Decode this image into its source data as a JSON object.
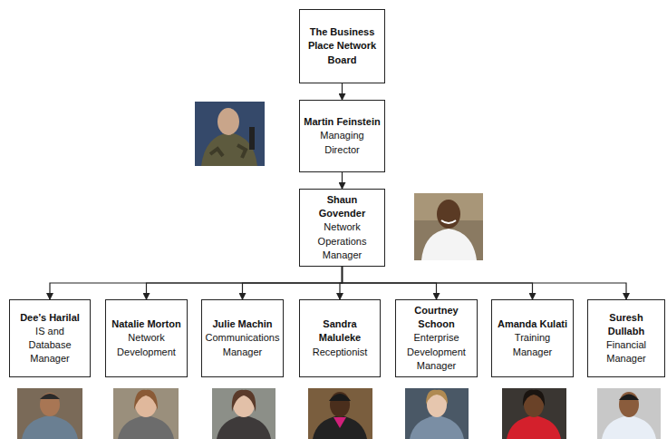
{
  "diagram": {
    "nodes": [
      {
        "text": [
          "The Business Place Network Board"
        ]
      },
      {
        "text": [
          "Martin Feinstein",
          "Managing Director"
        ]
      },
      {
        "text": [
          "Shaun Govender",
          "Network Operations Manager"
        ]
      },
      {
        "text": [
          "Dee’s Harilal",
          "IS and Database Manager"
        ]
      },
      {
        "text": [
          "Natalie Morton",
          "Network Development"
        ]
      },
      {
        "text": [
          "Julie Machin",
          "Communications Manager"
        ]
      },
      {
        "text": [
          "Sandra Maluleke",
          "Receptionist"
        ]
      },
      {
        "text": [
          "Courtney Schoon",
          "Enterprise Development Manager"
        ]
      },
      {
        "text": [
          "Amanda Kulati",
          "Training Manager"
        ]
      },
      {
        "text": [
          "Suresh Dullabh",
          "Financial Manager"
        ]
      }
    ],
    "edges": [
      {
        "from": 0,
        "to": 1,
        "arrow": "to"
      },
      {
        "from": 1,
        "to": 2,
        "arrow": "to"
      },
      {
        "from": 2,
        "to": 3,
        "arrow": "to"
      },
      {
        "from": 2,
        "to": 4,
        "arrow": "to"
      },
      {
        "from": 2,
        "to": 5,
        "arrow": "to"
      },
      {
        "from": 2,
        "to": 6,
        "arrow": "to"
      },
      {
        "from": 2,
        "to": 7,
        "arrow": "to"
      },
      {
        "from": 2,
        "to": 8,
        "arrow": "to"
      },
      {
        "from": 2,
        "to": 9,
        "arrow": "to"
      }
    ]
  }
}
